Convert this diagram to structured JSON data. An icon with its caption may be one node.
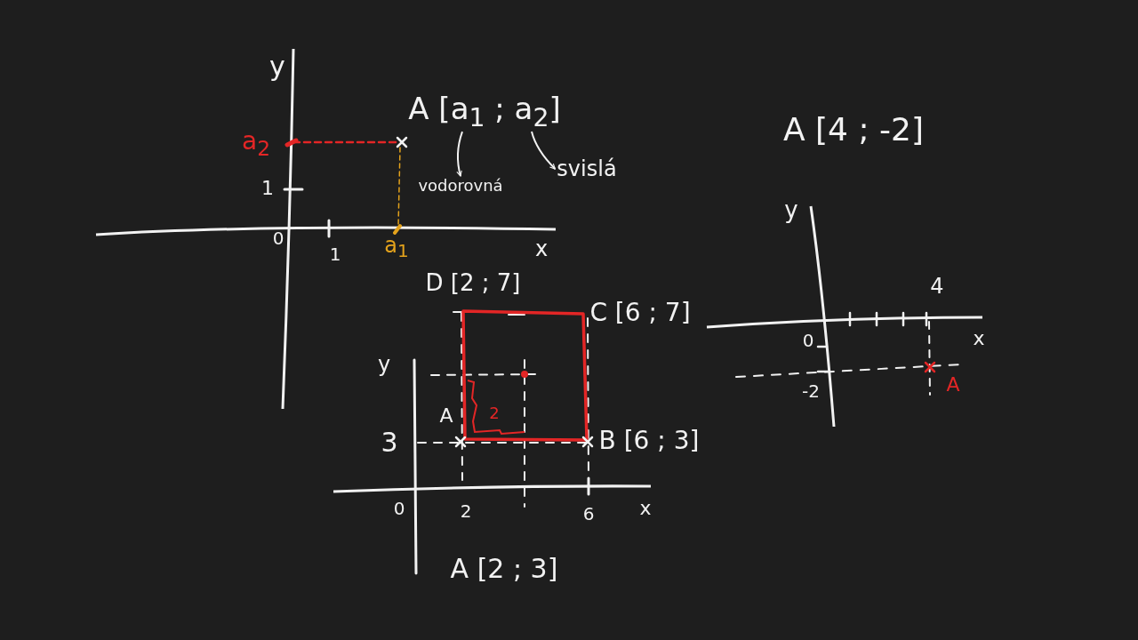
{
  "diagram": {
    "nodes": [
      {
        "text": [
          "A [a$_{1}$ ; a$_{2}$]"
        ]
      },
      {
        "text": [
          "vodorovná"
        ]
      },
      {
        "text": [
          "svislá"
        ]
      }
    ],
    "edges": [
      {
        "from": 0,
        "to": 1,
        "arrow": "to"
      },
      {
        "from": 0,
        "to": 2,
        "arrow": "to"
      }
    ],
    "labels": [
      "y",
      "A [4 ; -2]",
      "a$_{2}$",
      "1",
      "y",
      "0",
      "1",
      "a$_{1}$",
      "x",
      "D [2 ; 7]",
      "4",
      "C [6 ; 7]",
      "0",
      "x",
      "y",
      "-2",
      "A",
      "A",
      "2",
      "3",
      "B [6 ; 3]",
      "0",
      "2",
      "6",
      "x",
      "A [2 ; 3]"
    ]
  }
}
